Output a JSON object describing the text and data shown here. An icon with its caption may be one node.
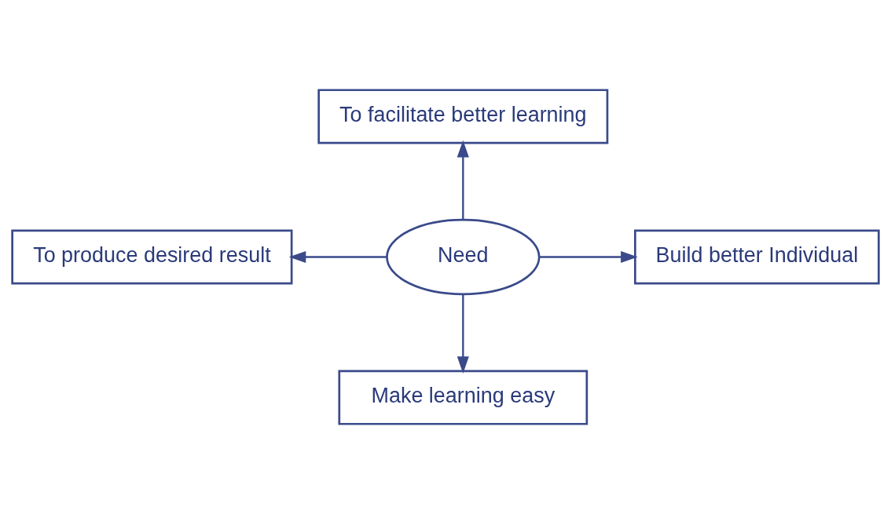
{
  "diagram": {
    "nodes": [
      {
        "text": [
          "To facilitate better learning"
        ]
      },
      {
        "text": [
          "To produce desired result"
        ]
      },
      {
        "text": [
          "Need"
        ]
      },
      {
        "text": [
          "Build better Individual"
        ]
      },
      {
        "text": [
          "Make learning easy"
        ]
      }
    ],
    "edges": [
      {
        "from": 2,
        "to": 0,
        "arrow": "to"
      },
      {
        "from": 2,
        "to": 1,
        "arrow": "to"
      },
      {
        "from": 2,
        "to": 3,
        "arrow": "to"
      },
      {
        "from": 2,
        "to": 4,
        "arrow": "to"
      }
    ]
  }
}
